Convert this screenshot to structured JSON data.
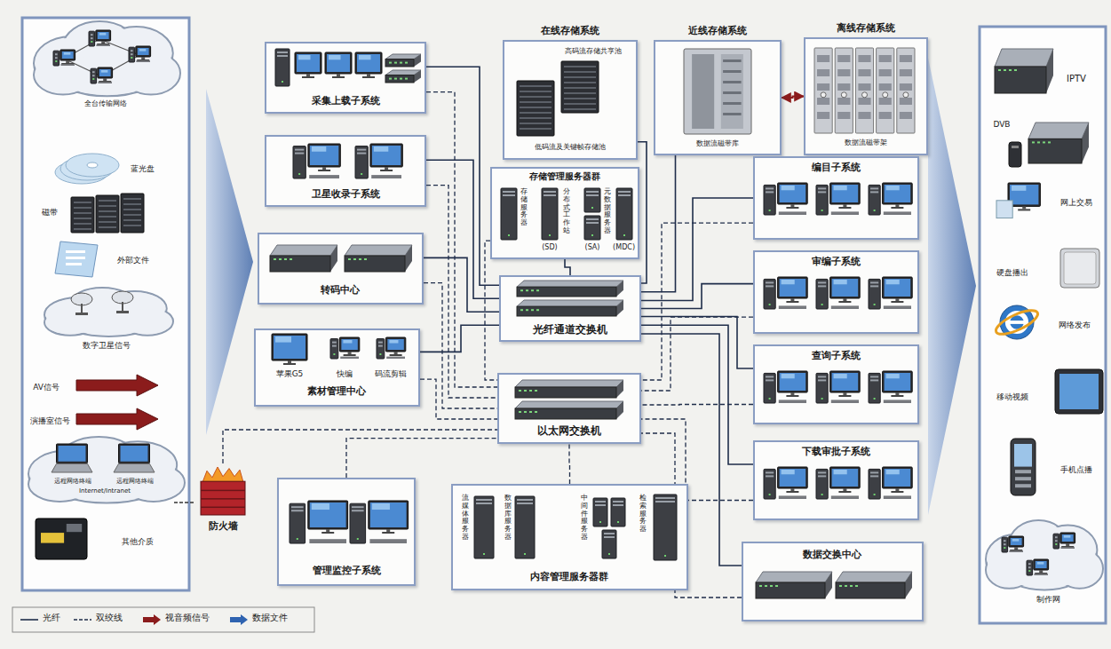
{
  "diagram": {
    "nodes": [
      {
        "text": [
          "采集上载子系统"
        ]
      },
      {
        "text": [
          "卫星收录子系统"
        ]
      },
      {
        "text": [
          "转码中心"
        ]
      },
      {
        "text": [
          "苹果G5",
          "快编",
          "码流剪辑",
          "素材管理中心"
        ]
      },
      {
        "text": [
          "防火墙"
        ]
      },
      {
        "text": [
          "管理监控子系统"
        ]
      },
      {
        "text": [
          "在线存储系统",
          "高码流存储共享池",
          "低码流及关键帧存储池"
        ]
      },
      {
        "text": [
          "近线存储系统",
          "数据流磁带库"
        ]
      },
      {
        "text": [
          "离线存储系统",
          "数据流磁带架"
        ]
      },
      {
        "text": [
          "存储管理服务器群",
          "存储服务器",
          "分布式工作站",
          "元数据服务器",
          "(SD)",
          "(SA)",
          "(MDC)"
        ]
      },
      {
        "text": [
          "光纤通道交换机"
        ]
      },
      {
        "text": [
          "以太网交换机"
        ]
      },
      {
        "text": [
          "流媒体服务器",
          "数据库服务器",
          "中间件服务器",
          "检索服务器",
          "内容管理服务器群"
        ]
      },
      {
        "text": [
          "编目子系统"
        ]
      },
      {
        "text": [
          "审编子系统"
        ]
      },
      {
        "text": [
          "查询子系统"
        ]
      },
      {
        "text": [
          "下载审批子系统"
        ]
      },
      {
        "text": [
          "数据交换中心"
        ]
      }
    ],
    "edges": [
      {
        "from": 0,
        "to": 10,
        "arrow": "none"
      },
      {
        "from": 1,
        "to": 10,
        "arrow": "none"
      },
      {
        "from": 2,
        "to": 10,
        "arrow": "none"
      },
      {
        "from": 3,
        "to": 10,
        "arrow": "none"
      },
      {
        "from": 0,
        "to": 11,
        "arrow": "none"
      },
      {
        "from": 1,
        "to": 11,
        "arrow": "none"
      },
      {
        "from": 2,
        "to": 11,
        "arrow": "none"
      },
      {
        "from": 3,
        "to": 11,
        "arrow": "none"
      },
      {
        "from": 4,
        "to": 11,
        "arrow": "none"
      },
      {
        "from": 5,
        "to": 11,
        "arrow": "none"
      },
      {
        "from": 12,
        "to": 11,
        "arrow": "none"
      },
      {
        "from": 6,
        "to": 10,
        "arrow": "none"
      },
      {
        "from": 7,
        "to": 10,
        "arrow": "none"
      },
      {
        "from": 9,
        "to": 10,
        "arrow": "none"
      },
      {
        "from": 9,
        "to": 11,
        "arrow": "none"
      },
      {
        "from": 7,
        "to": 8,
        "arrow": "both"
      },
      {
        "from": 13,
        "to": 10,
        "arrow": "none"
      },
      {
        "from": 14,
        "to": 10,
        "arrow": "none"
      },
      {
        "from": 15,
        "to": 10,
        "arrow": "none"
      },
      {
        "from": 16,
        "to": 10,
        "arrow": "none"
      },
      {
        "from": 17,
        "to": 10,
        "arrow": "none"
      },
      {
        "from": 13,
        "to": 11,
        "arrow": "none"
      },
      {
        "from": 14,
        "to": 11,
        "arrow": "none"
      },
      {
        "from": 15,
        "to": 11,
        "arrow": "none"
      },
      {
        "from": 16,
        "to": 11,
        "arrow": "none"
      },
      {
        "from": 17,
        "to": 11,
        "arrow": "none"
      }
    ],
    "labels": [
      "全台传输网络",
      "蓝光盘",
      "磁带",
      "外部文件",
      "数字卫星信号",
      "AV信号",
      "演播室信号",
      "远程网络终端",
      "远程网络终端",
      "Internet/Intranet",
      "其他介质",
      "IPTV",
      "DVB",
      "网上交易",
      "硬盘播出",
      "网络发布",
      "移动视频",
      "手机点播",
      "制作网"
    ],
    "legend": [
      {
        "text": "光纤"
      },
      {
        "text": "双绞线"
      },
      {
        "text": "视音频信号",
        "color": "#8b1c1c"
      },
      {
        "text": "数据文件",
        "color": "#2f63b0"
      }
    ]
  }
}
